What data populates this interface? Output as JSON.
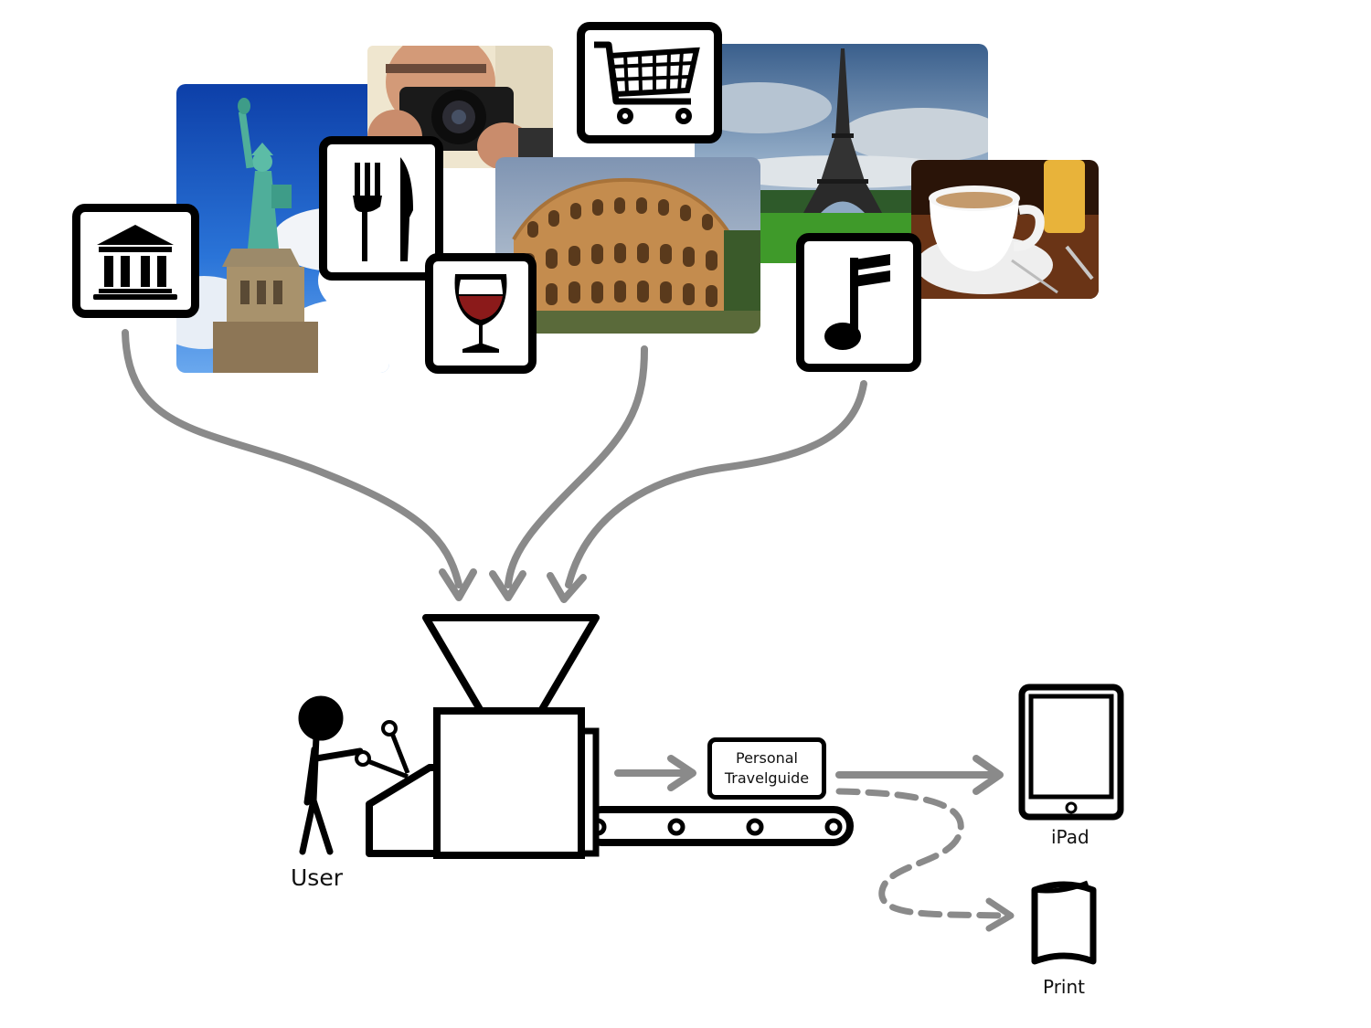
{
  "labels": {
    "user": "User",
    "guide_line1": "Personal",
    "guide_line2": "Travelguide",
    "ipad": "iPad",
    "print": "Print"
  },
  "icons": [
    "museum-icon",
    "restaurant-icon",
    "wine-glass-icon",
    "shopping-cart-icon",
    "music-note-icon"
  ],
  "photos": [
    "statue-of-liberty-photo",
    "photographer-camera-photo",
    "colosseum-photo",
    "eiffel-tower-photo",
    "coffee-cup-photo"
  ],
  "colors": {
    "arrow": "#8a8a8a",
    "outline": "#000000",
    "wine": "#8b1a1a",
    "sky": "#1e5fc0",
    "grass": "#3f9a2a"
  }
}
